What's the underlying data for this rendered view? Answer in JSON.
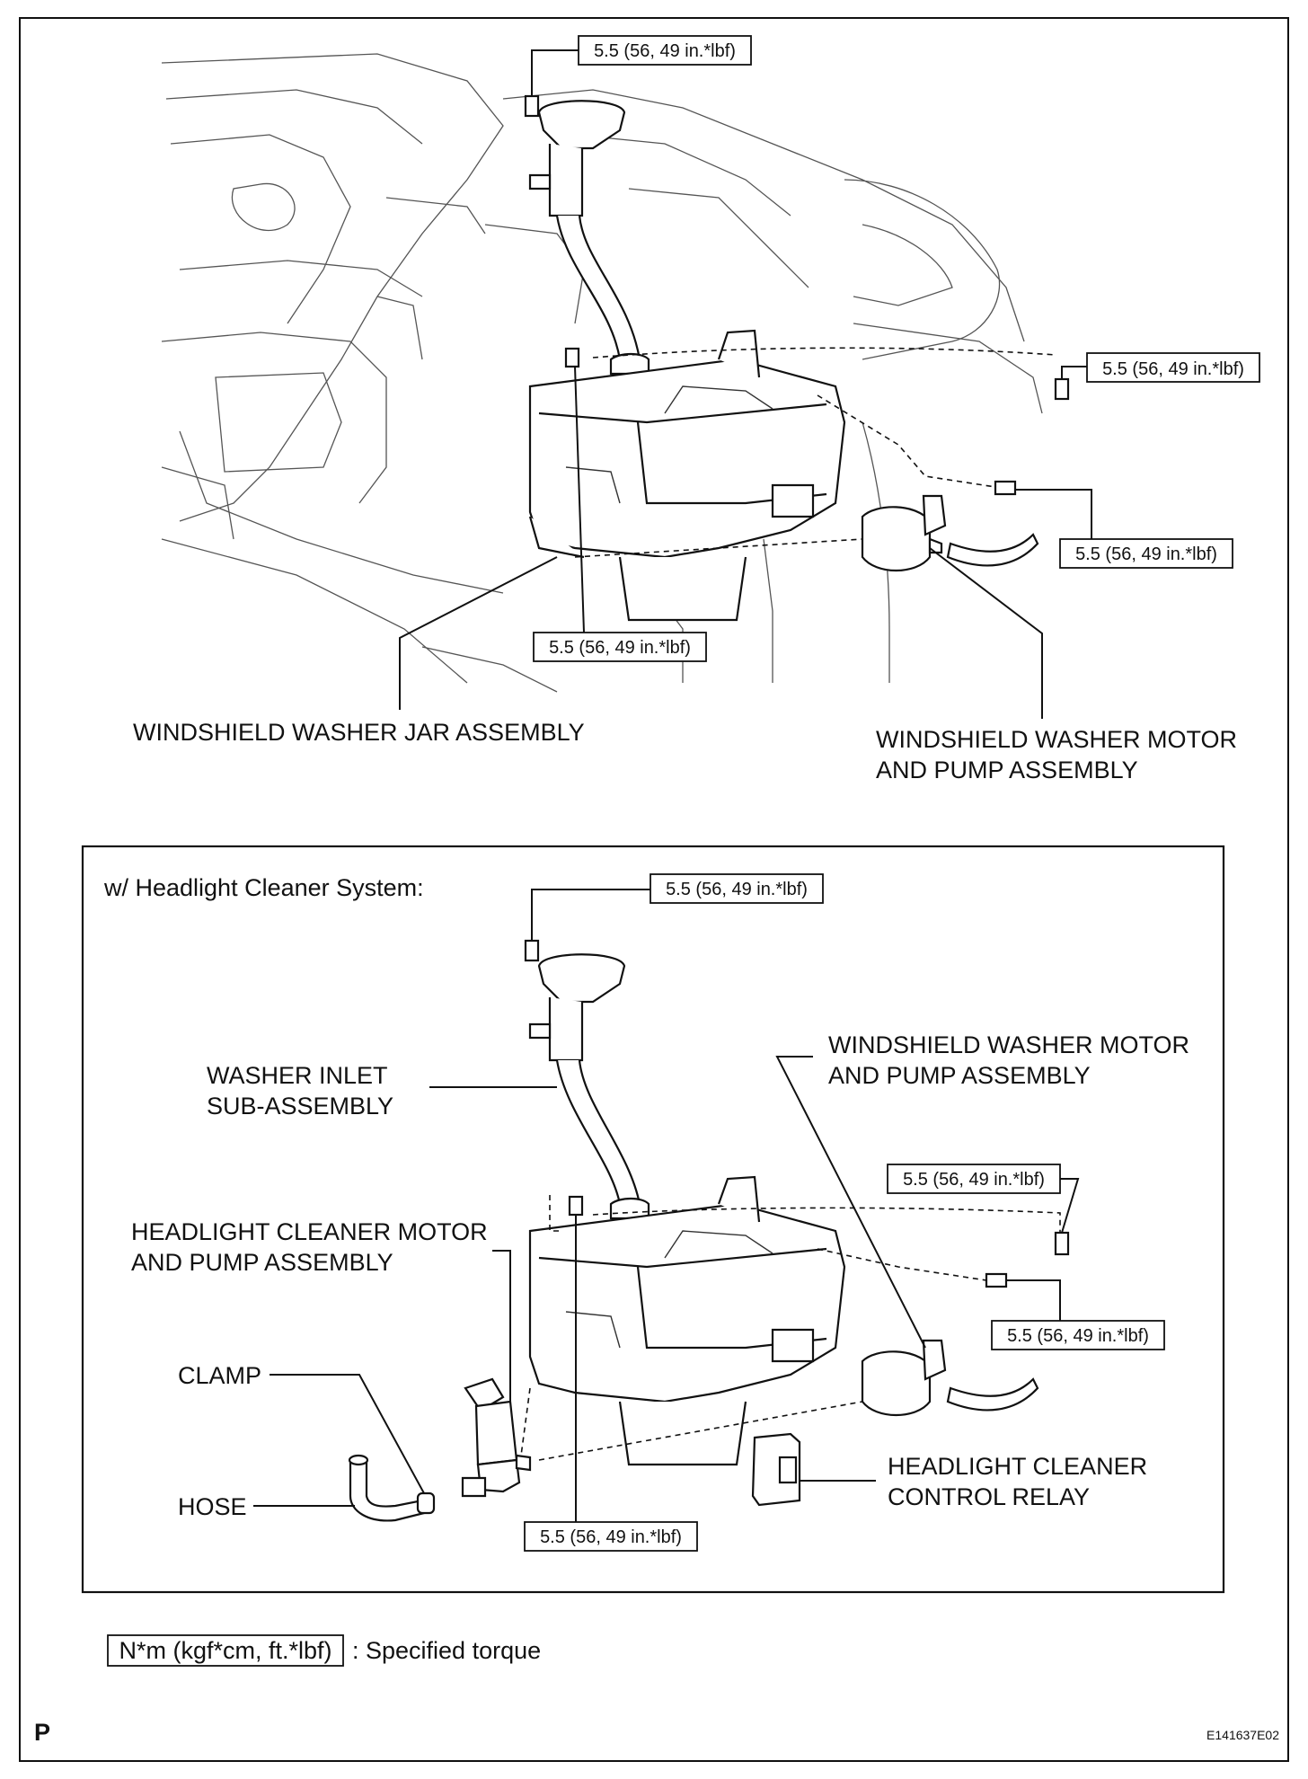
{
  "top": {
    "torque_spec": "5.5 (56, 49 in.*lbf)",
    "labels": {
      "jar": "WINDSHIELD WASHER JAR ASSEMBLY",
      "motor_line1": "WINDSHIELD WASHER MOTOR",
      "motor_line2": "AND PUMP ASSEMBLY"
    }
  },
  "inset": {
    "title": "w/ Headlight Cleaner System:",
    "torque_spec": "5.5 (56, 49 in.*lbf)",
    "labels": {
      "inlet_line1": "WASHER INLET",
      "inlet_line2": "SUB-ASSEMBLY",
      "motor_line1": "WINDSHIELD WASHER MOTOR",
      "motor_line2": "AND PUMP ASSEMBLY",
      "hc_motor_line1": "HEADLIGHT CLEANER MOTOR",
      "hc_motor_line2": "AND PUMP ASSEMBLY",
      "clamp": "CLAMP",
      "hose": "HOSE",
      "relay_line1": "HEADLIGHT CLEANER",
      "relay_line2": "CONTROL RELAY"
    }
  },
  "legend": {
    "box_text": "N*m (kgf*cm, ft.*lbf)",
    "description": ": Specified torque"
  },
  "footer": {
    "page_letter": "P",
    "figure_code": "E141637E02"
  }
}
